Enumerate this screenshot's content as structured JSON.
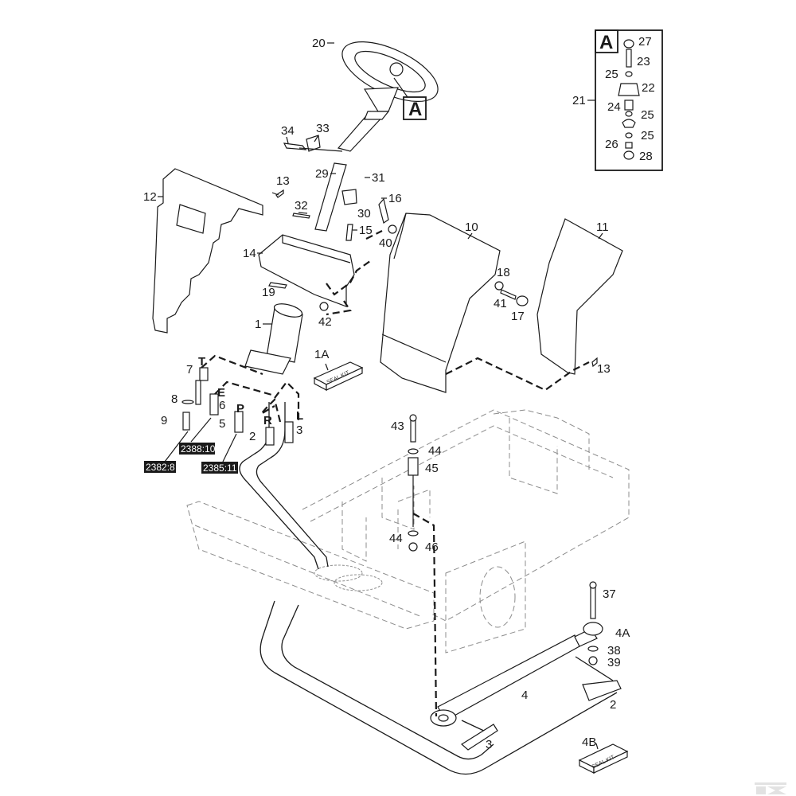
{
  "diagram": {
    "title": "Steering system exploded parts diagram",
    "detail_view": {
      "badge": "A",
      "group_label": "21",
      "items": [
        {
          "label": "27"
        },
        {
          "label": "23"
        },
        {
          "label": "25"
        },
        {
          "label": "22"
        },
        {
          "label": "24"
        },
        {
          "label": "25"
        },
        {
          "label": "25"
        },
        {
          "label": "26"
        },
        {
          "label": "28"
        }
      ]
    },
    "detail_callout": "A",
    "callouts": {
      "c20": "20",
      "c34": "34",
      "c33": "33",
      "c29": "29",
      "c31": "31",
      "c13a": "13",
      "c12": "12",
      "c32": "32",
      "c30": "30",
      "c16": "16",
      "c15": "15",
      "c40": "40",
      "c14": "14",
      "c10": "10",
      "c11": "11",
      "c19": "19",
      "c18": "18",
      "c41": "41",
      "c17": "17",
      "c1": "1",
      "c42": "42",
      "c13b": "13",
      "c7": "7",
      "c8": "8",
      "c6": "6",
      "c9": "9",
      "c5": "5",
      "c2a": "2",
      "c3a": "3",
      "c43": "43",
      "c44a": "44",
      "c45": "45",
      "c44b": "44",
      "c46": "46",
      "c37": "37",
      "c4A": "4A",
      "c38": "38",
      "c39": "39",
      "c4": "4",
      "c2b": "2",
      "c3b": "3",
      "c1A": "1A",
      "c4B": "4B"
    },
    "ports": {
      "T": "T",
      "E": "E",
      "P": "P",
      "R": "R",
      "L": "L"
    },
    "references": {
      "r1": "2388:10",
      "r2": "2382:8",
      "r3": "2385:11"
    },
    "seal_kits": {
      "kit1": "SEAL KIT",
      "kit2": "SEAL KIT"
    },
    "colors": {
      "line": "#1a1a1a",
      "ghost": "#8c8c8c",
      "logo": "#e2e2e2"
    }
  }
}
